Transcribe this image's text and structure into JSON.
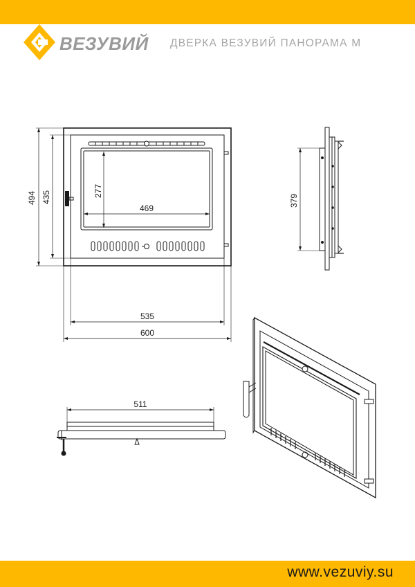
{
  "header": {
    "brand": "ВЕЗУВИЙ",
    "title": "ДВЕРКА ВЕЗУВИЙ ПАНОРАМА М"
  },
  "footer": {
    "website": "www.vezuviy.su"
  },
  "dimensions": {
    "outer_height": "494",
    "inner_height": "435",
    "glass_height": "277",
    "glass_width": "469",
    "side_height": "379",
    "inner_width": "535",
    "outer_width": "600",
    "top_width": "511"
  },
  "colors": {
    "brand_yellow": "#ffb800",
    "brand_gray": "#9a9a9a",
    "title_gray": "#a6a6a6",
    "line": "#1a1a1a"
  }
}
